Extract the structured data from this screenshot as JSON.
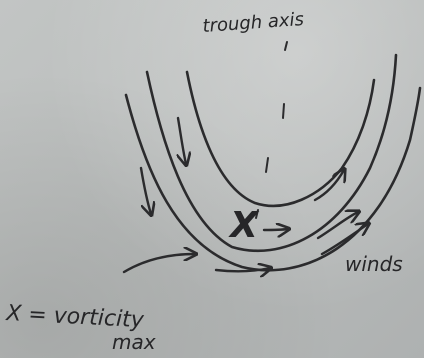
{
  "diagram": {
    "labels": {
      "trough_axis": "trough axis",
      "winds": "winds",
      "vorticity_line1": "X = vorticity",
      "vorticity_line2": "max"
    },
    "marker_glyph": "X",
    "colors": {
      "paper": "#bcbfbe",
      "ink": "#2b2b2d"
    }
  }
}
